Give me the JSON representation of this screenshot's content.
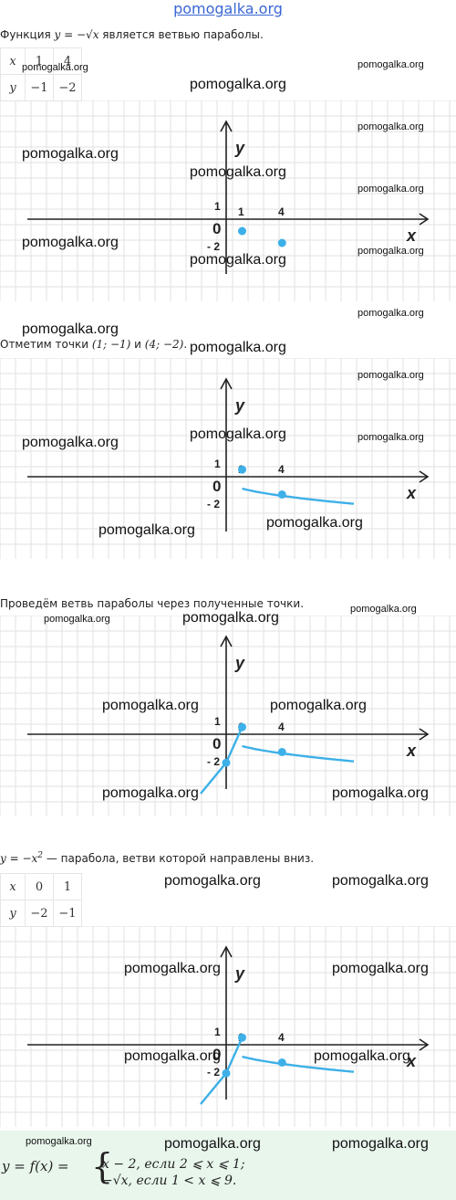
{
  "header": {
    "site": "pomogalka.org"
  },
  "watermark": "pomogalka.org",
  "sections": [
    {
      "text_parts": [
        "Функция ",
        "y = −√x",
        " является ветвью параболы."
      ],
      "table": {
        "rows": [
          [
            "x",
            "1",
            "4"
          ],
          [
            "y",
            "−1",
            "−2"
          ]
        ]
      }
    },
    {
      "text_parts": [
        "Отметим точки ",
        "(1; −1)",
        " и ",
        "(4; −2)",
        "."
      ]
    },
    {
      "text_parts": [
        "Проведём ветвь параболы через полученные точки."
      ]
    },
    {
      "text_parts": [
        "y = −x",
        "2",
        " — парабола, ветви которой направлены вниз."
      ],
      "table": {
        "rows": [
          [
            "x",
            "0",
            "1"
          ],
          [
            "y",
            "−2",
            "−1"
          ]
        ]
      }
    }
  ],
  "graph_labels": {
    "y": "y",
    "x": "x",
    "origin": "0",
    "one_y": "1",
    "one_x": "1",
    "four_x": "4",
    "minus_two": "- 2"
  },
  "formula": {
    "lhs": "y = f(x) =",
    "case1": "x − 2,  если 2  ⩽  x  ⩽ 1;",
    "case2": "−√x,  если 1  <  x  ⩽ 9."
  },
  "colors": {
    "curve": "#3db0e8",
    "grid": "#e2e2e2",
    "final_bg": "#e8f6ec"
  }
}
